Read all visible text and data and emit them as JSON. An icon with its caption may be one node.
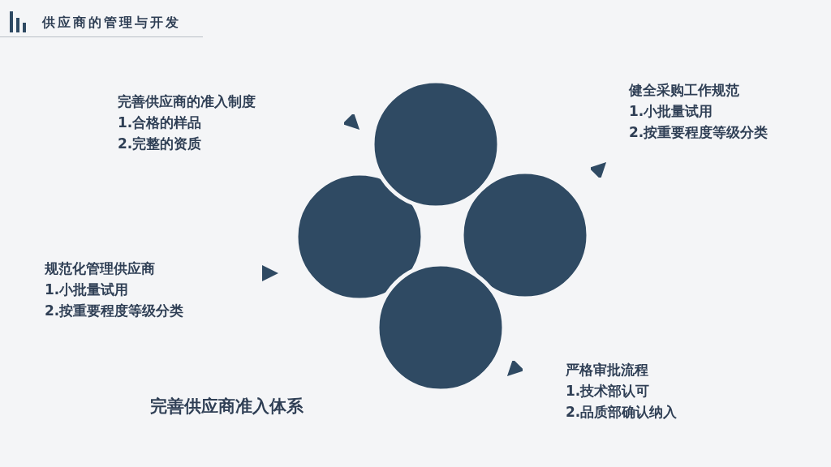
{
  "diagram": {
    "title": "供应商的管理与开发",
    "labels": [
      "完善供应商的准入制度",
      "1.合格的样品",
      "2.完整的资质",
      "健全采购工作规范",
      "1.小批量试用",
      "2.按重要程度等级分类",
      "规范化管理供应商",
      "1.小批量试用",
      "2.按重要程度等级分类",
      "严格审批流程",
      "1.技术部认可",
      "2.品质部确认纳入",
      "完善供应商准入体系"
    ]
  }
}
